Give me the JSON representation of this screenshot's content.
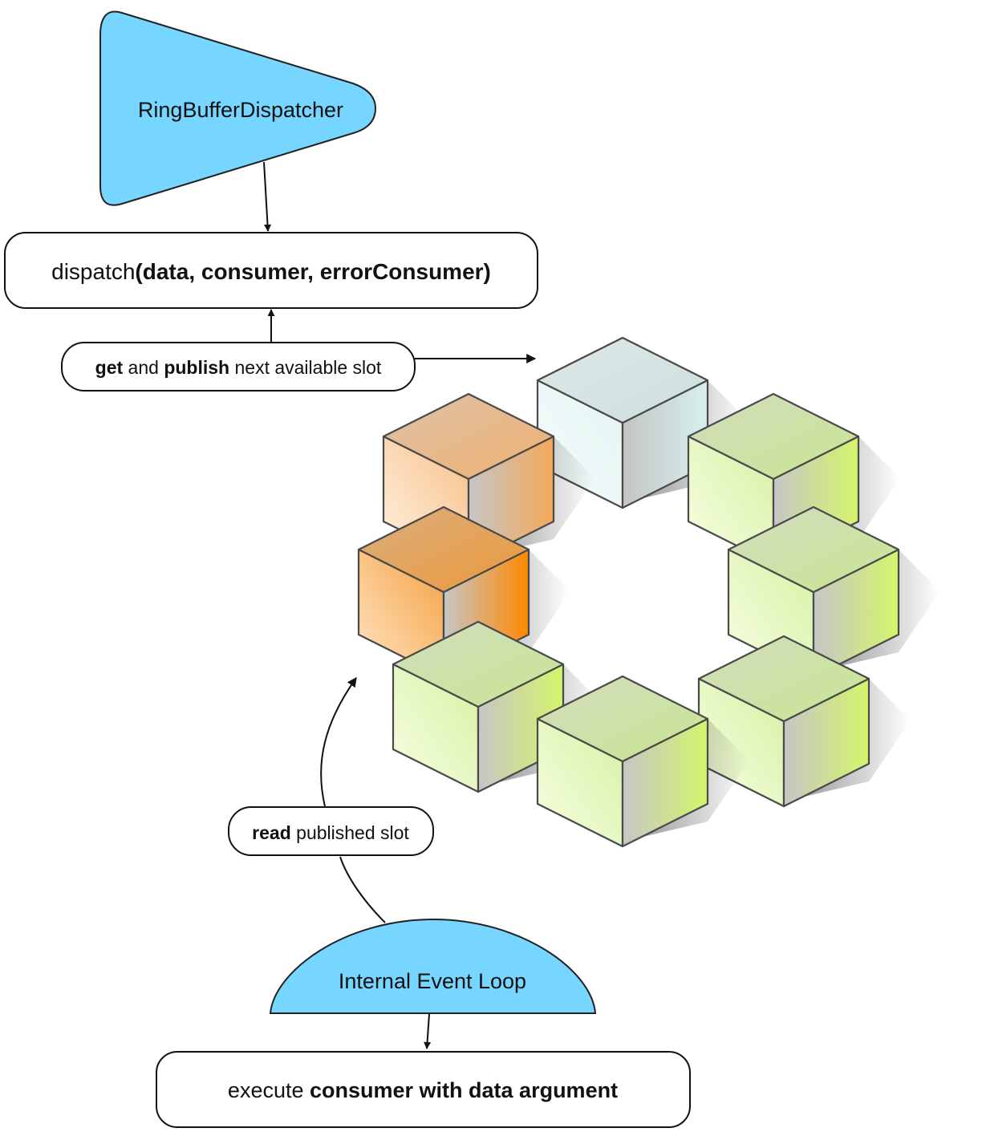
{
  "dispatcher": {
    "label": "RingBufferDispatcher"
  },
  "dispatch_call": {
    "prefix": "dispatch",
    "args": "(data, consumer, errorConsumer)"
  },
  "publish_step": {
    "w1": "get",
    "w2": " and ",
    "w3": "publish",
    "w4": " next available slot"
  },
  "read_step": {
    "w1": "read",
    "w2": " published slot"
  },
  "event_loop": {
    "label": "Internal Event Loop"
  },
  "execute_step": {
    "prefix": "execute ",
    "rest": "consumer with data argument"
  },
  "colors": {
    "node_fill": "#76d6ff",
    "slot_published": "#f8a040",
    "slot_current": "#ff8c00",
    "slot_next": "#d0f0f0",
    "slot_free": "#d4f27a"
  },
  "ring_buffer": {
    "slots": [
      {
        "state": "next"
      },
      {
        "state": "free"
      },
      {
        "state": "free"
      },
      {
        "state": "free"
      },
      {
        "state": "free"
      },
      {
        "state": "free"
      },
      {
        "state": "current"
      },
      {
        "state": "published"
      }
    ]
  }
}
